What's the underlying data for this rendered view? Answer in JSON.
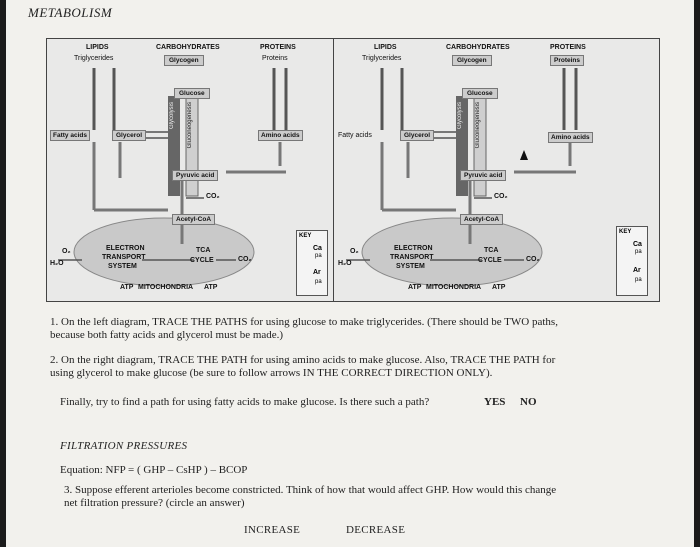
{
  "page": {
    "title": "METABOLISM"
  },
  "diagram": {
    "lipids": "LIPIDS",
    "triglycerides": "Triglycerides",
    "carbohydrates": "CARBOHYDRATES",
    "glycogen": "Glycogen",
    "proteins": "PROTEINS",
    "proteins_sub": "Proteins",
    "glucose": "Glucose",
    "fatty_acids": "Fatty acids",
    "glycerol": "Glycerol",
    "glycolysis": "Glycolysis",
    "gluconeogenesis": "Gluconeogenesis",
    "amino_acids": "Amino acids",
    "pyruvic_acid": "Pyruvic acid",
    "co2": "CO₂",
    "acetyl_coa": "Acetyl-CoA",
    "o2": "O₂",
    "h2o": "H₂O",
    "electron_transport": [
      "ELECTRON",
      "TRANSPORT",
      "SYSTEM"
    ],
    "tca": [
      "TCA",
      "CYCLE"
    ],
    "atp": "ATP",
    "mitochondria": "MITOCHONDRIA",
    "key": "KEY",
    "key_line1": "Ca",
    "key_line1b": "pa",
    "key_line2": "Ar",
    "key_line2b": "pa"
  },
  "questions": {
    "q1": "1. On the left diagram, TRACE THE PATHS for using glucose to make triglycerides. (There should be TWO paths, because both fatty acids and glycerol must be made.)",
    "q2": "2. On the right diagram, TRACE THE PATH for using amino acids to make glucose. Also, TRACE THE PATH for using glycerol to make glucose (be sure to follow arrows IN THE CORRECT DIRECTION ONLY).",
    "finally": "Finally, try to find a path for using fatty acids to make glucose. Is there such a path?",
    "yes": "YES",
    "no": "NO"
  },
  "filtration": {
    "heading": "FILTRATION PRESSURES",
    "equation": "Equation: NFP = ( GHP – CsHP ) – BCOP",
    "q3": "3. Suppose efferent arterioles become constricted. Think of how that would affect GHP. How would this change net filtration pressure? (circle an answer)",
    "increase": "INCREASE",
    "decrease": "DECREASE"
  }
}
